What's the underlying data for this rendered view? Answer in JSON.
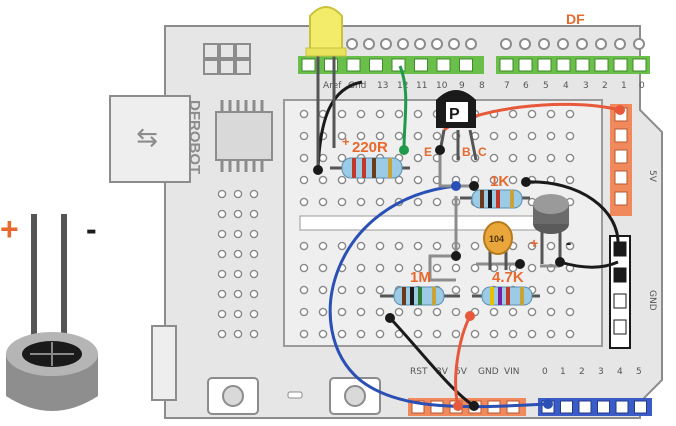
{
  "brand": {
    "board_logo": "DFROBOT",
    "corner_label": "DF"
  },
  "header_pins": {
    "top_left": [
      "Aref",
      "Gnd",
      "13",
      "12",
      "11",
      "10",
      "9",
      "8"
    ],
    "top_right": [
      "7",
      "6",
      "5",
      "4",
      "3",
      "2",
      "1",
      "0"
    ],
    "bottom_power": [
      "RST",
      "3V",
      "5V",
      "GND",
      "VIN"
    ],
    "bottom_analog": [
      "0",
      "1",
      "2",
      "3",
      "4",
      "5"
    ],
    "side_right": [
      "5V",
      "GND"
    ]
  },
  "components": {
    "resistor_220": "220R",
    "resistor_1k": "1K",
    "resistor_1m": "1M",
    "resistor_4k7": "4.7K",
    "capacitor": "104",
    "transistor_mark": "P",
    "transistor_pins": [
      "E",
      "B",
      "C"
    ],
    "mic_plus": "+",
    "mic_minus": "-",
    "board_plus": "+"
  },
  "big_mic": {
    "plus": "+",
    "minus": "-"
  },
  "colors": {
    "board": "#e6e6e6",
    "board_edge": "#8c8c8c",
    "header_green": "#6abf4b",
    "header_orange": "#f08a5d",
    "header_blue": "#3b5cc6",
    "wire_black": "#1a1a1a",
    "wire_green": "#1f9a4a",
    "wire_red": "#e8583a",
    "wire_blue": "#2a4fb5",
    "led_yellow": "#f2ec6a",
    "accent_orange": "#e8692e"
  }
}
